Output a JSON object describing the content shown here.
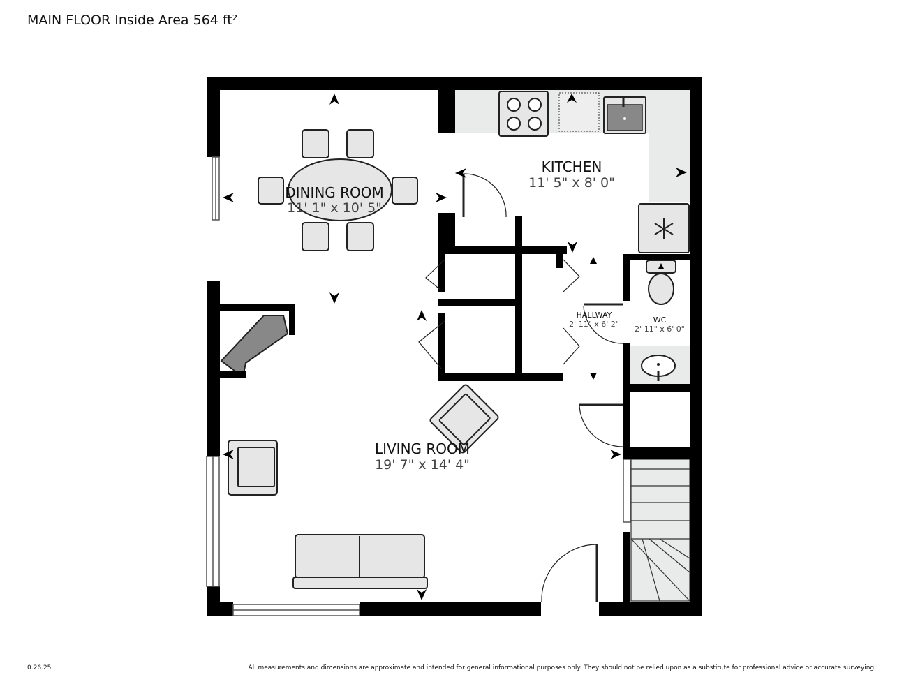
{
  "header": {
    "title": "MAIN FLOOR Inside Area 564 ft²"
  },
  "footer": {
    "code": "0.26.25",
    "disclaimer": "All measurements and dimensions are approximate and intended for general informational purposes only. They should not be relied upon as a substitute for professional advice or accurate surveying."
  },
  "rooms": {
    "kitchen": {
      "name": "KITCHEN",
      "dims": "11' 5\" x 8' 0\""
    },
    "dining": {
      "name": "DINING ROOM",
      "dims": "11' 1\" x 10' 5\""
    },
    "living": {
      "name": "LIVING ROOM",
      "dims": "19' 7\" x 14' 4\""
    },
    "hallway": {
      "name": "HALLWAY",
      "dims": "2' 11\" x 6' 2\""
    },
    "wc": {
      "name": "WC",
      "dims": "2' 11\" x 6' 0\""
    }
  },
  "colors": {
    "wall": "#000000",
    "fixture": "#e5e6e5",
    "counter": "#e9eaea",
    "furniture_stroke": "#333333"
  }
}
